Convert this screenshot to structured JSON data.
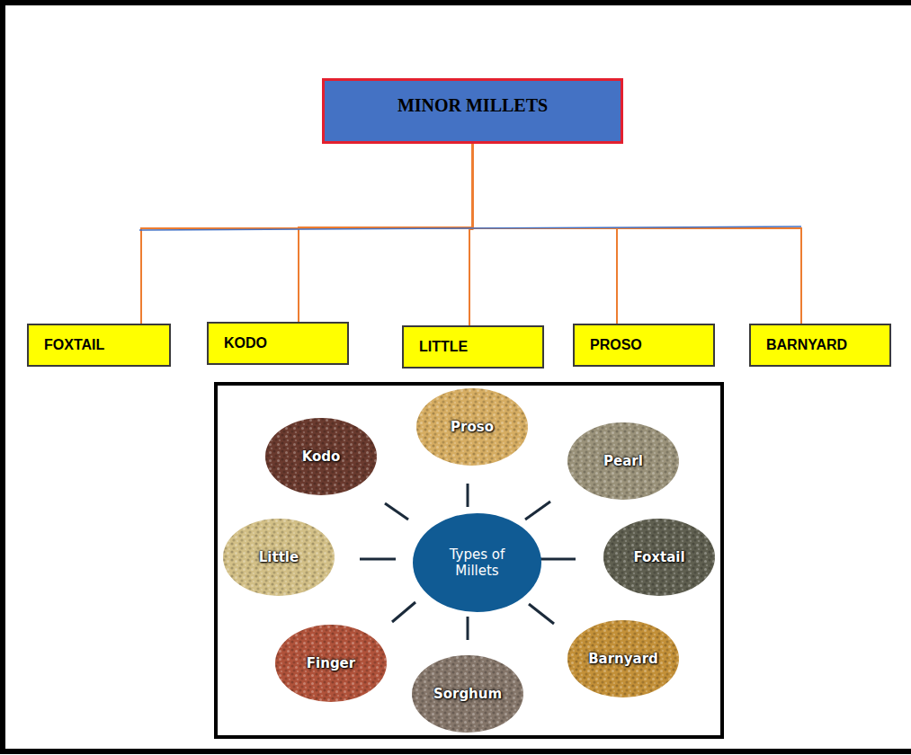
{
  "diagram": {
    "nodes": [
      {
        "text": [
          "MINOR MILLETS"
        ]
      },
      {
        "text": [
          "FOXTAIL"
        ]
      },
      {
        "text": [
          "KODO"
        ]
      },
      {
        "text": [
          "LITTLE"
        ]
      },
      {
        "text": [
          "PROSO"
        ]
      },
      {
        "text": [
          "BARNYARD"
        ]
      },
      {
        "text": [
          "Proso"
        ]
      },
      {
        "text": [
          "Kodo"
        ]
      },
      {
        "text": [
          "Pearl"
        ]
      },
      {
        "text": [
          "Little"
        ]
      },
      {
        "text": [
          "Types of Millets"
        ]
      },
      {
        "text": [
          "Foxtail"
        ]
      },
      {
        "text": [
          "Finger"
        ]
      },
      {
        "text": [
          "Barnyard"
        ]
      },
      {
        "text": [
          "Sorghum"
        ]
      }
    ],
    "edges": [
      {
        "from": 0,
        "to": 1,
        "arrow": "none"
      },
      {
        "from": 0,
        "to": 2,
        "arrow": "none"
      },
      {
        "from": 0,
        "to": 3,
        "arrow": "none"
      },
      {
        "from": 0,
        "to": 4,
        "arrow": "none"
      },
      {
        "from": 0,
        "to": 5,
        "arrow": "none"
      }
    ]
  }
}
